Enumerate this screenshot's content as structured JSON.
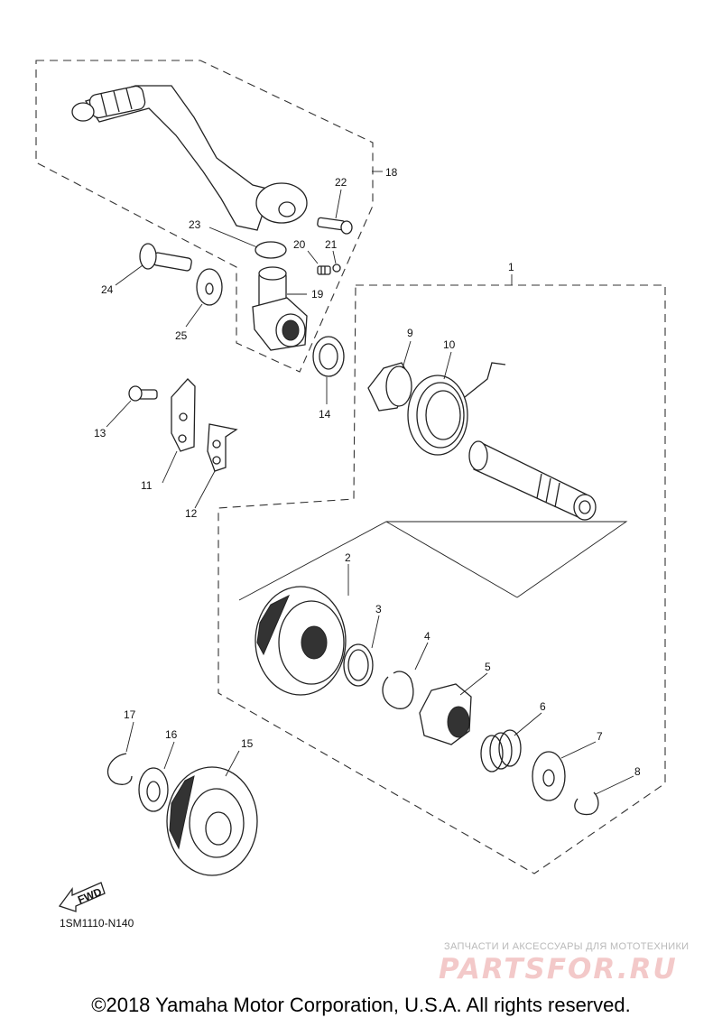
{
  "callouts": {
    "p1": "1",
    "p2": "2",
    "p3": "3",
    "p4": "4",
    "p5": "5",
    "p6": "6",
    "p7": "7",
    "p8": "8",
    "p9": "9",
    "p10": "10",
    "p11": "11",
    "p12": "12",
    "p13": "13",
    "p14": "14",
    "p15": "15",
    "p16": "16",
    "p17": "17",
    "p18": "18",
    "p19": "19",
    "p20": "20",
    "p21": "21",
    "p22": "22",
    "p23": "23",
    "p24": "24",
    "p25": "25"
  },
  "fwd_label": "FWD",
  "diagram_code": "1SM1110-N140",
  "watermark": {
    "tagline": "ЗАПЧАСТИ И АКСЕССУАРЫ ДЛЯ МОТОТЕХНИКИ",
    "logo": "PARTSFOR.RU"
  },
  "copyright": "©2018 Yamaha Motor Corporation, U.S.A. All rights reserved."
}
